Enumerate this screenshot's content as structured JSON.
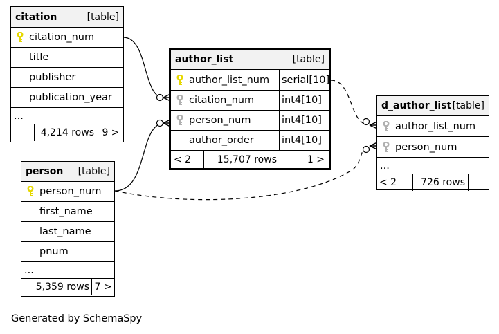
{
  "tables": {
    "citation": {
      "name": "citation",
      "kind": "[table]",
      "columns": [
        {
          "name": "citation_num",
          "key": "primary-key"
        },
        {
          "name": "title",
          "key": ""
        },
        {
          "name": "publisher",
          "key": ""
        },
        {
          "name": "publication_year",
          "key": ""
        }
      ],
      "more": "...",
      "footer": {
        "prev": "",
        "rows": "4,214 rows",
        "next": "9 >"
      }
    },
    "person": {
      "name": "person",
      "kind": "[table]",
      "columns": [
        {
          "name": "person_num",
          "key": "primary-key"
        },
        {
          "name": "first_name",
          "key": ""
        },
        {
          "name": "last_name",
          "key": ""
        },
        {
          "name": "pnum",
          "key": ""
        }
      ],
      "more": "...",
      "footer": {
        "prev": "",
        "rows": "5,359 rows",
        "next": "7 >"
      }
    },
    "author_list": {
      "name": "author_list",
      "kind": "[table]",
      "columns": [
        {
          "name": "author_list_num",
          "type": "serial[10]",
          "key": "primary-key"
        },
        {
          "name": "citation_num",
          "type": "int4[10]",
          "key": "foreign-key"
        },
        {
          "name": "person_num",
          "type": "int4[10]",
          "key": "foreign-key"
        },
        {
          "name": "author_order",
          "type": "int4[10]",
          "key": ""
        }
      ],
      "footer": {
        "prev": "< 2",
        "rows": "15,707 rows",
        "next": "1 >"
      }
    },
    "d_author_list": {
      "name": "d_author_list",
      "kind": "[table]",
      "columns": [
        {
          "name": "author_list_num",
          "key": "foreign-key"
        },
        {
          "name": "person_num",
          "key": "foreign-key"
        }
      ],
      "more": "...",
      "footer": {
        "prev": "< 2",
        "rows": "726 rows",
        "next": ""
      }
    }
  },
  "relationships": [
    {
      "from": "citation.citation_num",
      "to": "author_list.citation_num",
      "style": "solid"
    },
    {
      "from": "person.person_num",
      "to": "author_list.person_num",
      "style": "solid"
    },
    {
      "from": "author_list.author_list_num",
      "to": "d_author_list.author_list_num",
      "style": "dashed"
    },
    {
      "from": "person.person_num",
      "to": "d_author_list.person_num",
      "style": "dashed"
    }
  ],
  "colors": {
    "primary_key": "#e6d800",
    "foreign_key": "#b0b0b0",
    "header_bg": "#f2f2f2"
  },
  "footer_text": "Generated by SchemaSpy"
}
